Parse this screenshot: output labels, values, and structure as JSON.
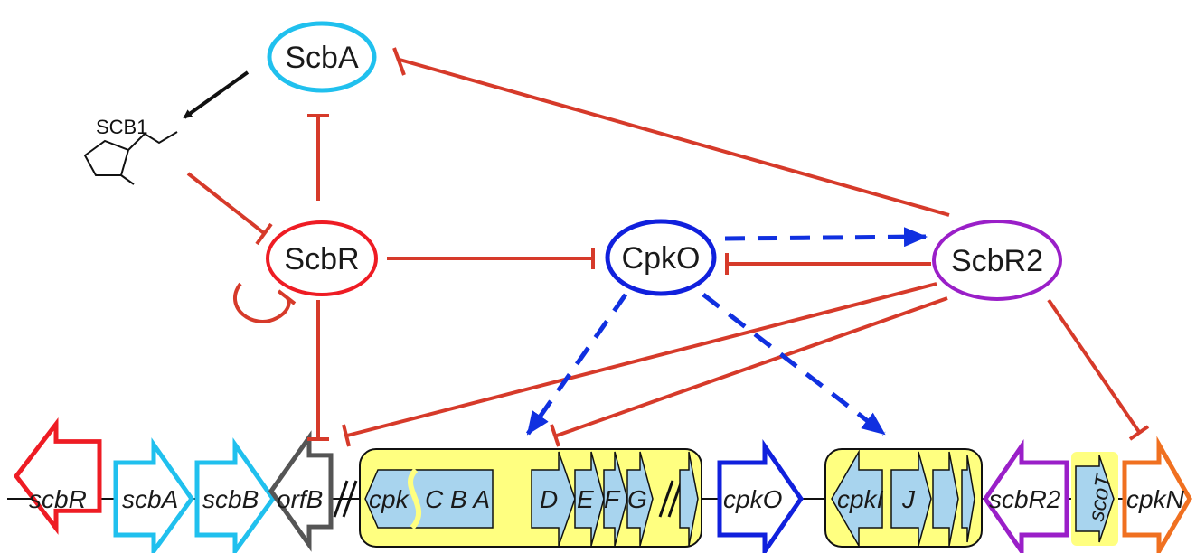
{
  "nodes": {
    "scba": "ScbA",
    "scbr": "ScbR",
    "cpko": "CpkO",
    "scbr2": "ScbR2"
  },
  "molecule": {
    "label": "SCB1"
  },
  "genes": {
    "scbR": "scbR",
    "scbA": "scbA",
    "scbB": "scbB",
    "orfB": "orfB",
    "cpk": "cpk",
    "cba": "C B A",
    "D": "D",
    "E": "E",
    "F": "F",
    "G": "G",
    "cpkO": "cpkO",
    "cpkI": "cpkI",
    "J": "J",
    "scbR2": "scbR2",
    "scoT": "scoT",
    "cpkN": "cpkN"
  },
  "colors": {
    "inhibit": "#d63a2a",
    "activate_dashed": "#1030e0",
    "scba": "#20c0ee",
    "scbr": "#ee1c24",
    "cpko": "#1020dd",
    "scbr2": "#9a1fc8",
    "orfB": "#555555",
    "cpkN": "#f07020",
    "cluster_fill": "#ffff80",
    "gene_fill": "#a8d4ee"
  }
}
